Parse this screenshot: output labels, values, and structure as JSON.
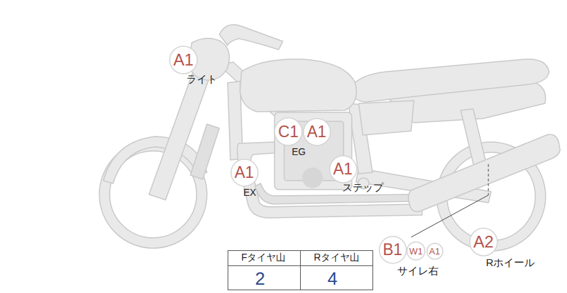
{
  "diagram": {
    "nodes": [
      {
        "text": [
          "A1"
        ]
      },
      {
        "text": [
          "C1"
        ]
      },
      {
        "text": [
          "A1"
        ]
      },
      {
        "text": [
          "A1"
        ]
      },
      {
        "text": [
          "A1"
        ]
      },
      {
        "text": [
          "B1"
        ]
      },
      {
        "text": [
          "W1"
        ]
      },
      {
        "text": [
          "A1"
        ]
      },
      {
        "text": [
          "A2"
        ]
      }
    ],
    "labels": [
      "ライト",
      "EG",
      "EX",
      "ステップ",
      "サイレ右",
      "Rホイール",
      "Fタイヤ山",
      "Rタイヤ山",
      "2",
      "4"
    ]
  }
}
